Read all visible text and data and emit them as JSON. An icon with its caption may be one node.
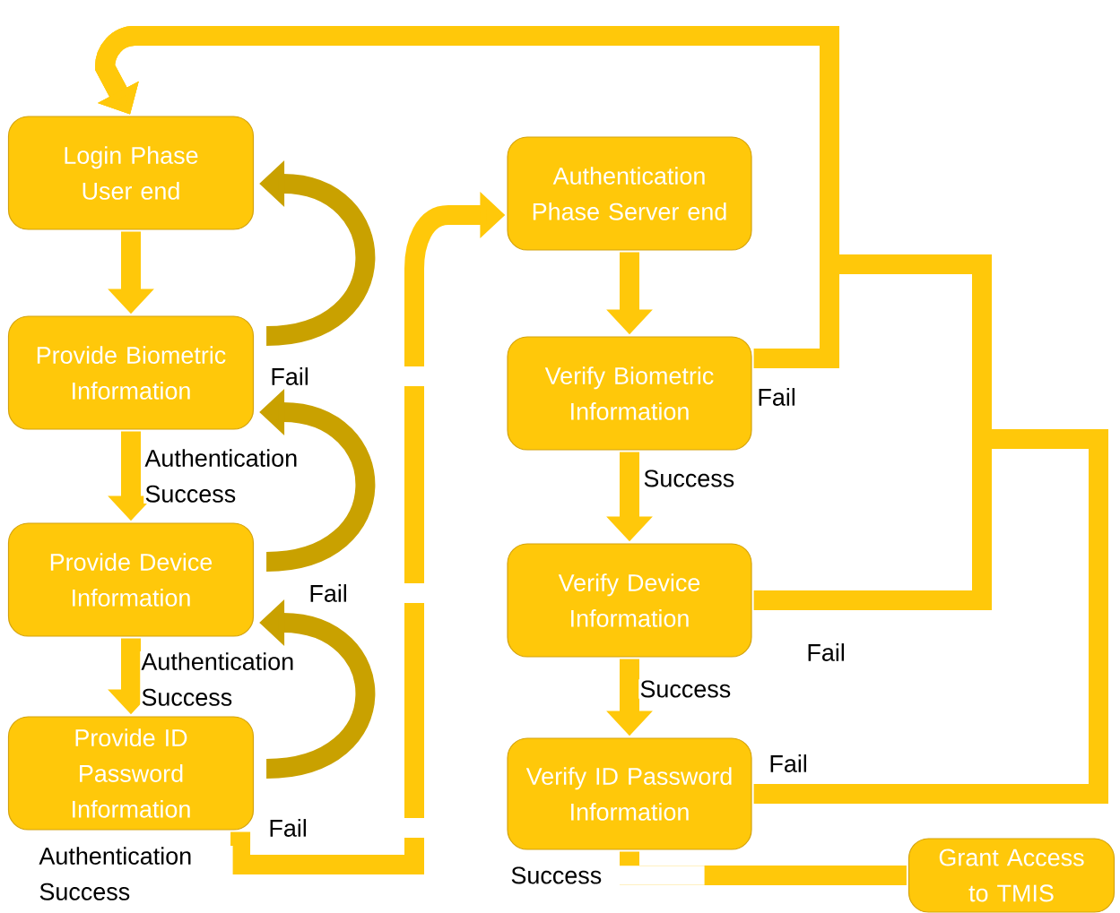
{
  "diagram": {
    "nodes": [
      {
        "text": [
          "Login Phase User end"
        ]
      },
      {
        "text": [
          "Provide Biometric Information"
        ]
      },
      {
        "text": [
          "Provide Device Information"
        ]
      },
      {
        "text": [
          "Provide ID Password Information"
        ]
      },
      {
        "text": [
          "Authentication Phase Server end"
        ]
      },
      {
        "text": [
          "Verify Biometric Information"
        ]
      },
      {
        "text": [
          "Verify Device Information"
        ]
      },
      {
        "text": [
          "Verify ID Password Information"
        ]
      },
      {
        "text": [
          "Grant Access to TMIS"
        ]
      }
    ],
    "edges": [
      {
        "from": 0,
        "to": 1,
        "arrow": "to"
      },
      {
        "from": 1,
        "to": 2,
        "arrow": "to",
        "label": "Authentication Success"
      },
      {
        "from": 2,
        "to": 3,
        "arrow": "to",
        "label": "Authentication Success"
      },
      {
        "from": 1,
        "to": 0,
        "arrow": "to",
        "label": "Fail",
        "color": "#c9a100"
      },
      {
        "from": 2,
        "to": 1,
        "arrow": "to",
        "label": "Fail",
        "color": "#c9a100"
      },
      {
        "from": 3,
        "to": 2,
        "arrow": "to",
        "label": "Fail",
        "color": "#c9a100"
      },
      {
        "from": 3,
        "to": 4,
        "arrow": "to",
        "label": "Authentication Success"
      },
      {
        "from": 4,
        "to": 5,
        "arrow": "to"
      },
      {
        "from": 5,
        "to": 6,
        "arrow": "to",
        "label": "Success"
      },
      {
        "from": 6,
        "to": 7,
        "arrow": "to",
        "label": "Success"
      },
      {
        "from": 5,
        "to": 0,
        "arrow": "to",
        "label": "Fail"
      },
      {
        "from": 6,
        "to": 0,
        "arrow": "to",
        "label": "Fail"
      },
      {
        "from": 7,
        "to": 0,
        "arrow": "to",
        "label": "Fail"
      },
      {
        "from": 7,
        "to": 8,
        "arrow": "none",
        "label": "Success"
      }
    ]
  }
}
